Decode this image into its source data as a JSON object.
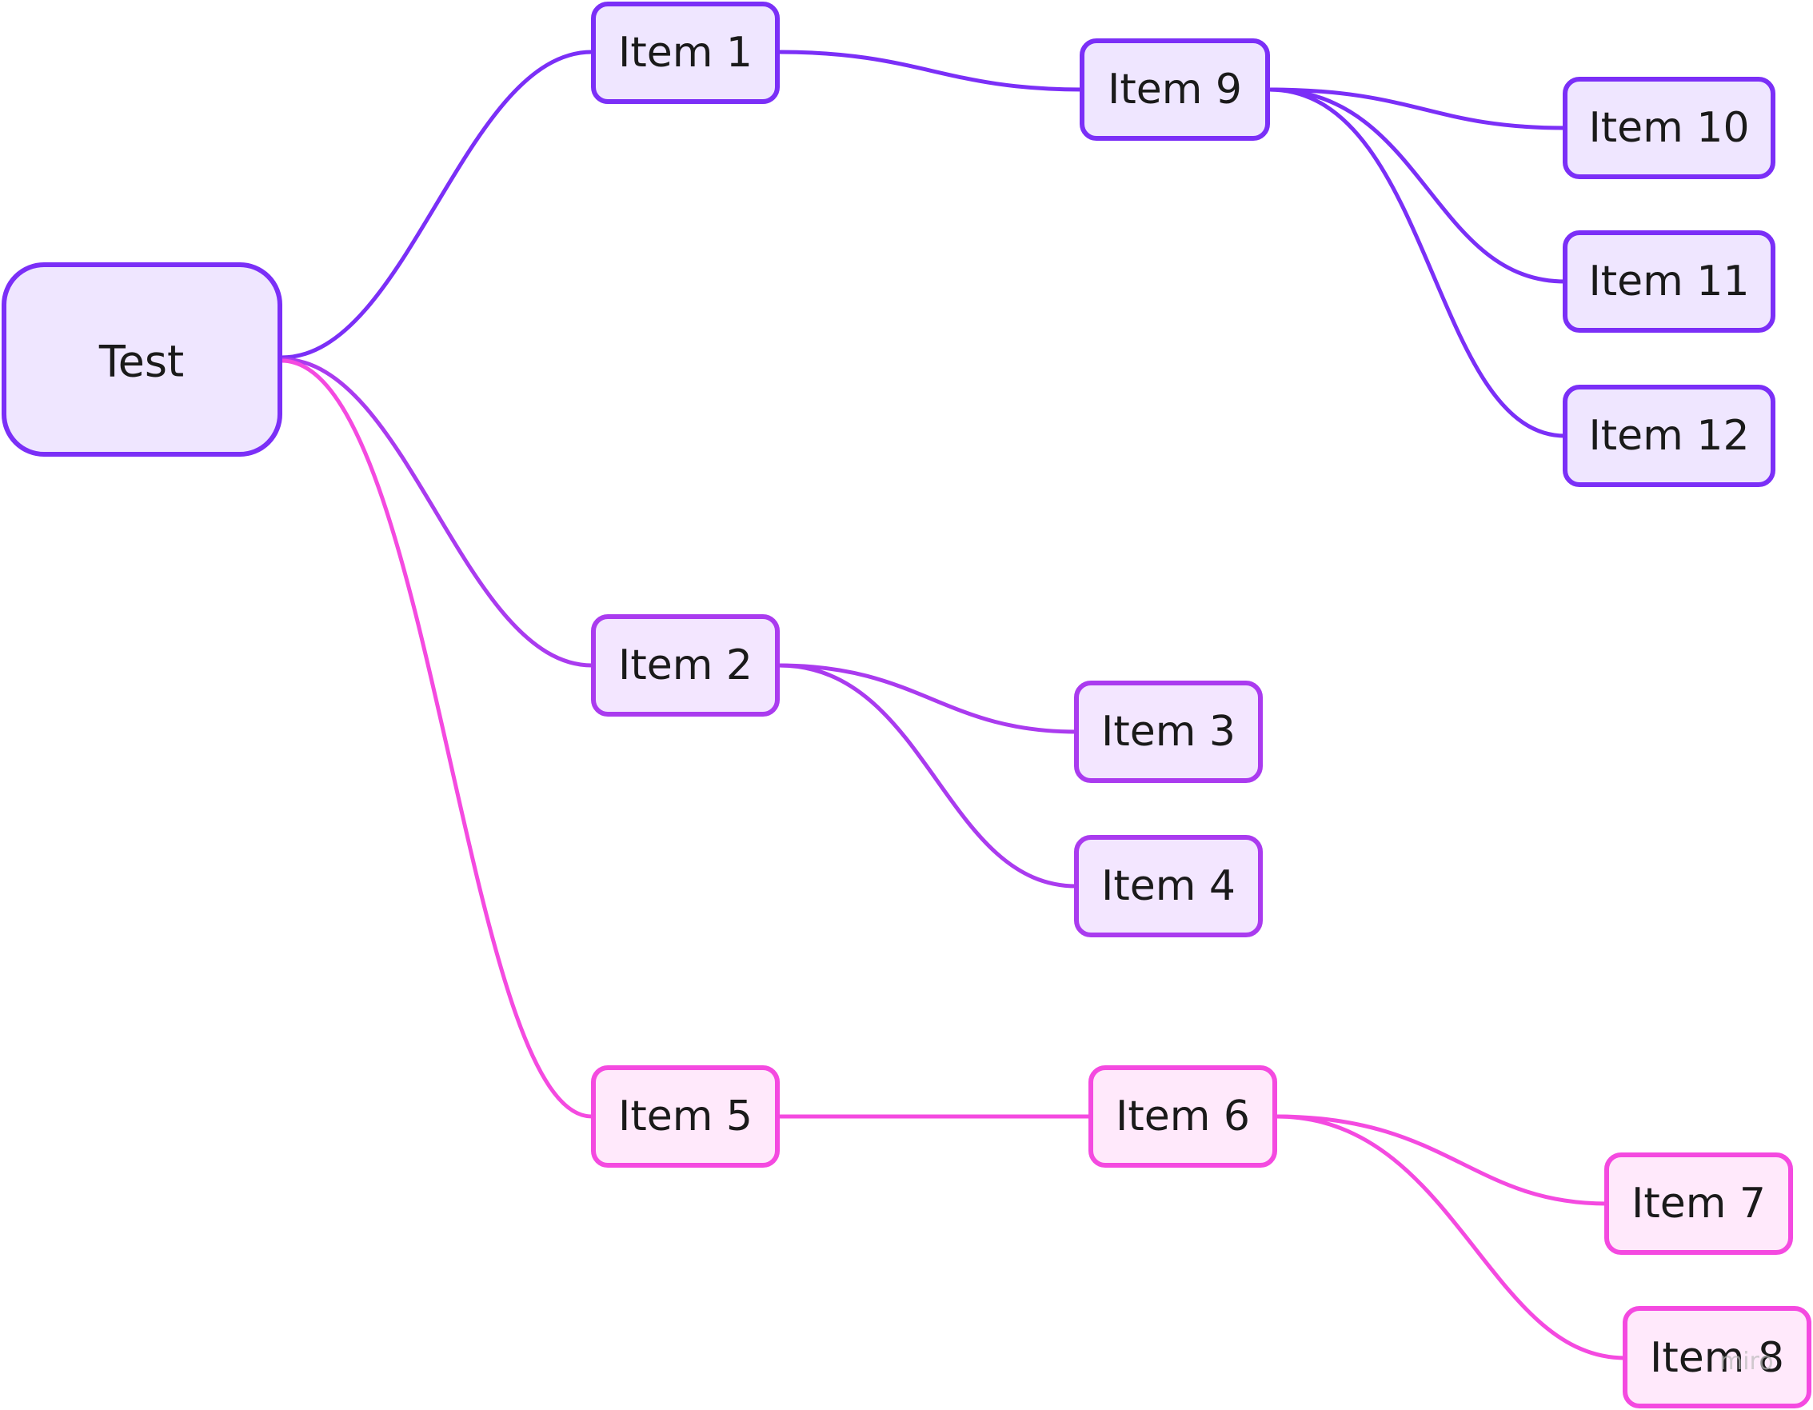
{
  "colors": {
    "purple": "#7B2FF7",
    "violet": "#AA3BEF",
    "pink": "#F44AE0",
    "fill_purple": "#EFE6FF",
    "fill_violet": "#F3E6FF",
    "fill_pink": "#FFE9FB"
  },
  "nodes": {
    "root": {
      "label": "Test"
    },
    "item1": {
      "label": "Item 1"
    },
    "item2": {
      "label": "Item 2"
    },
    "item3": {
      "label": "Item 3"
    },
    "item4": {
      "label": "Item 4"
    },
    "item5": {
      "label": "Item 5"
    },
    "item6": {
      "label": "Item 6"
    },
    "item7": {
      "label": "Item 7"
    },
    "item8": {
      "label": "Item 8"
    },
    "item9": {
      "label": "Item 9"
    },
    "item10": {
      "label": "Item 10"
    },
    "item11": {
      "label": "Item 11"
    },
    "item12": {
      "label": "Item 12"
    }
  },
  "edges": [
    {
      "from": "Test",
      "to": "Item 1"
    },
    {
      "from": "Test",
      "to": "Item 2"
    },
    {
      "from": "Test",
      "to": "Item 5"
    },
    {
      "from": "Item 1",
      "to": "Item 9"
    },
    {
      "from": "Item 9",
      "to": "Item 10"
    },
    {
      "from": "Item 9",
      "to": "Item 11"
    },
    {
      "from": "Item 9",
      "to": "Item 12"
    },
    {
      "from": "Item 2",
      "to": "Item 3"
    },
    {
      "from": "Item 2",
      "to": "Item 4"
    },
    {
      "from": "Item 5",
      "to": "Item 6"
    },
    {
      "from": "Item 6",
      "to": "Item 7"
    },
    {
      "from": "Item 6",
      "to": "Item 8"
    }
  ],
  "watermark": {
    "text": "miro"
  }
}
